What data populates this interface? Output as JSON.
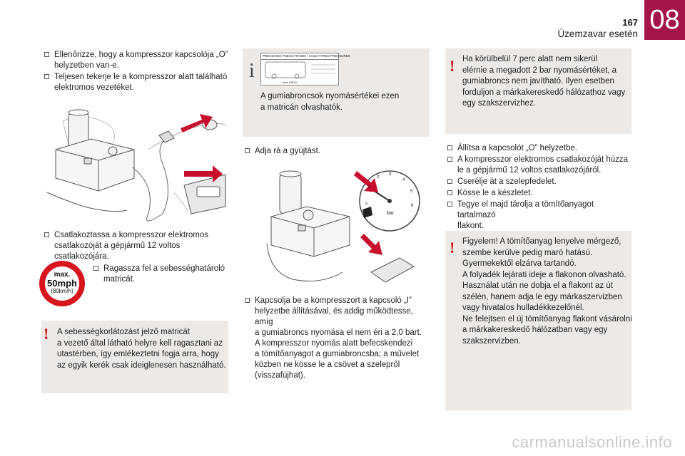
{
  "header": {
    "chapter": "08",
    "page_number": "167",
    "title": "Üzemzavar esetén"
  },
  "col1": {
    "items_top": [
      [
        "Ellenőrizze, hogy a kompresszor kapcsolója „O”",
        "helyzetben van-e."
      ],
      [
        "Teljesen tekerje le a kompresszor alatt található",
        "elektromos vezetéket."
      ]
    ],
    "items_mid": [
      [
        "Csatlakoztassa a kompresszor elektromos",
        "csatlakozóját a gépjármű 12 voltos",
        "csatlakozójára."
      ]
    ],
    "sign": {
      "line1": "max.",
      "line2": "50mph",
      "line3": "(80km/h)"
    },
    "sign_item": [
      "Ragassza fel a sebességhatároló",
      "matricát."
    ],
    "warning": [
      "A sebességkorlátozást jelző matricát",
      "a vezető által látható helyre kell ragasztani az",
      "utastérben, így emlékeztetni fogja arra, hogy",
      "az egyik kerék csak ideiglenesen használható."
    ]
  },
  "col2": {
    "info_label_header": "PRESSIONS PNEUS FROIDS / COLD TYRES PRESSURES",
    "info_label_units": "bars   IO/Psi",
    "info_text": [
      "A gumiabroncsok nyomásértékei ezen",
      "a matricán olvashatók."
    ],
    "item_ignition": [
      "Adja rá a gyújtást."
    ],
    "gauge_unit": "bar",
    "gauge_ticks": [
      "0",
      "1",
      "2",
      "3",
      "4",
      "5",
      "6"
    ],
    "item_compressor": [
      "Kapcsolja be a kompresszort a kapcsoló „I”",
      "helyzetbe állításával, és addig működtesse, amíg",
      "a gumiabroncs nyomása el nem éri a 2,0 bart.",
      "A kompresszor nyomás alatt befecskendezi",
      "a tömítőanyagot a gumiabroncsba; a művelet",
      "közben ne kösse le a csövet a szelepről",
      "(visszafújhat)."
    ]
  },
  "col3": {
    "warning1": [
      "Ha körülbelül 7 perc alatt nem sikerül",
      "elérnie a megadott 2 bar nyomásértéket, a",
      "gumiabroncs nem javítható. Ilyen esetben",
      "forduljon a márkakereskedő hálózathoz vagy",
      "egy szakszervizhez."
    ],
    "items": [
      [
        "Állítsa a kapcsolót „O” helyzetbe."
      ],
      [
        "A kompresszor elektromos csatlakozóját húzza",
        "le a gépjármű 12 voltos csatlakozójáról."
      ],
      [
        "Cserélje át a szelepfedelet."
      ],
      [
        "Kösse le a készletet."
      ],
      [
        "Tegye el majd tárolja a tömítőanyagot tartalmazó",
        "flakont."
      ]
    ],
    "warning2": [
      "Figyelem! A tömítőanyag lenyelve mérgező,",
      "szembe kerülve pedig maró hatású.",
      "Gyermekektől elzárva tartandó.",
      "A folyadék lejárati ideje a flakonon olvasható.",
      "Használat után ne dobja el a flakont az út",
      "szélén, hanem adja le egy márkaszervizben",
      "vagy hivatalos hulladékkezelőnél.",
      "Ne felejtsen el új tömítőanyag flakont vásárolni",
      "a márkakereskedő hálózatban vagy egy",
      "szakszervizben."
    ]
  },
  "watermark": "carmanualsonline.info",
  "colors": {
    "brand": "#a3154a",
    "warning": "#d10a1a",
    "box": "#ece9e6",
    "arrow": "#c8102e"
  }
}
